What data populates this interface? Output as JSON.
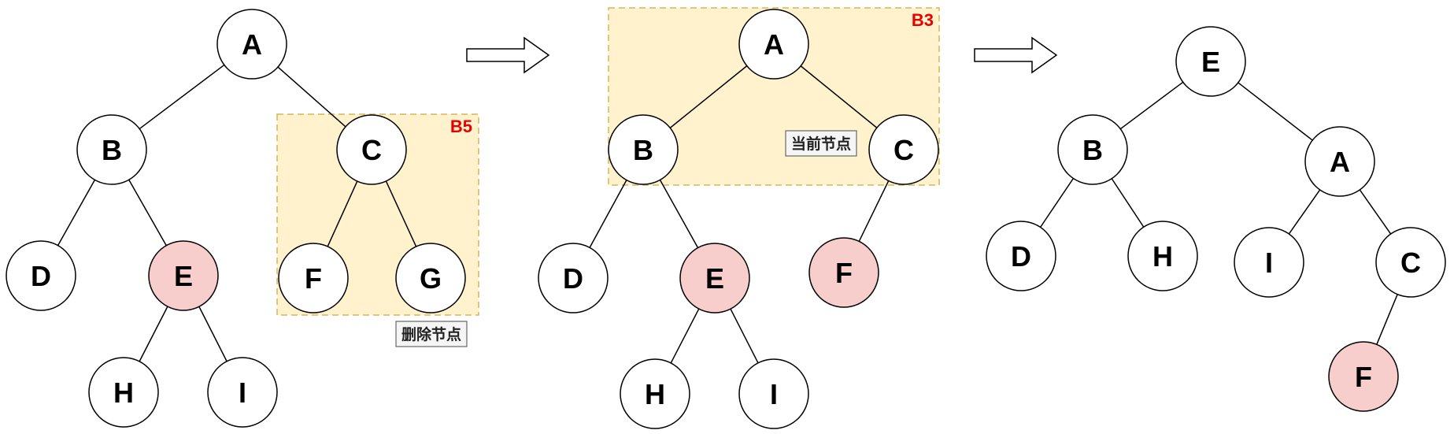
{
  "colors": {
    "node_fill": "#ffffff",
    "highlight_fill": "#f8cecc",
    "stroke": "#000000",
    "region_fill": "#fff2cc",
    "region_stroke": "#d6b656",
    "region_label": "#e60000"
  },
  "panels": [
    {
      "id": "panel-1",
      "nodes": [
        {
          "id": "p1-A",
          "label": "A",
          "highlight": false
        },
        {
          "id": "p1-B",
          "label": "B",
          "highlight": false
        },
        {
          "id": "p1-C",
          "label": "C",
          "highlight": false
        },
        {
          "id": "p1-D",
          "label": "D",
          "highlight": false
        },
        {
          "id": "p1-E",
          "label": "E",
          "highlight": true
        },
        {
          "id": "p1-F",
          "label": "F",
          "highlight": false
        },
        {
          "id": "p1-G",
          "label": "G",
          "highlight": false
        },
        {
          "id": "p1-H",
          "label": "H",
          "highlight": false
        },
        {
          "id": "p1-I",
          "label": "I",
          "highlight": false
        }
      ],
      "edges": [
        [
          "p1-A",
          "p1-B"
        ],
        [
          "p1-A",
          "p1-C"
        ],
        [
          "p1-B",
          "p1-D"
        ],
        [
          "p1-B",
          "p1-E"
        ],
        [
          "p1-C",
          "p1-F"
        ],
        [
          "p1-C",
          "p1-G"
        ],
        [
          "p1-E",
          "p1-H"
        ],
        [
          "p1-E",
          "p1-I"
        ]
      ],
      "region": {
        "label": "B5"
      },
      "note": {
        "text": "删除节点"
      }
    },
    {
      "id": "panel-2",
      "nodes": [
        {
          "id": "p2-A",
          "label": "A",
          "highlight": false
        },
        {
          "id": "p2-B",
          "label": "B",
          "highlight": false
        },
        {
          "id": "p2-C",
          "label": "C",
          "highlight": false
        },
        {
          "id": "p2-D",
          "label": "D",
          "highlight": false
        },
        {
          "id": "p2-E",
          "label": "E",
          "highlight": true
        },
        {
          "id": "p2-F",
          "label": "F",
          "highlight": true
        },
        {
          "id": "p2-H",
          "label": "H",
          "highlight": false
        },
        {
          "id": "p2-I",
          "label": "I",
          "highlight": false
        }
      ],
      "edges": [
        [
          "p2-A",
          "p2-B"
        ],
        [
          "p2-A",
          "p2-C"
        ],
        [
          "p2-B",
          "p2-D"
        ],
        [
          "p2-B",
          "p2-E"
        ],
        [
          "p2-C",
          "p2-F"
        ],
        [
          "p2-E",
          "p2-H"
        ],
        [
          "p2-E",
          "p2-I"
        ]
      ],
      "region": {
        "label": "B3"
      },
      "note": {
        "text": "当前节点"
      }
    },
    {
      "id": "panel-3",
      "nodes": [
        {
          "id": "p3-E",
          "label": "E",
          "highlight": false
        },
        {
          "id": "p3-B",
          "label": "B",
          "highlight": false
        },
        {
          "id": "p3-A",
          "label": "A",
          "highlight": false
        },
        {
          "id": "p3-D",
          "label": "D",
          "highlight": false
        },
        {
          "id": "p3-H",
          "label": "H",
          "highlight": false
        },
        {
          "id": "p3-I",
          "label": "I",
          "highlight": false
        },
        {
          "id": "p3-C",
          "label": "C",
          "highlight": false
        },
        {
          "id": "p3-F",
          "label": "F",
          "highlight": true
        }
      ],
      "edges": [
        [
          "p3-E",
          "p3-B"
        ],
        [
          "p3-E",
          "p3-A"
        ],
        [
          "p3-B",
          "p3-D"
        ],
        [
          "p3-B",
          "p3-H"
        ],
        [
          "p3-A",
          "p3-I"
        ],
        [
          "p3-A",
          "p3-C"
        ],
        [
          "p3-C",
          "p3-F"
        ]
      ]
    }
  ]
}
